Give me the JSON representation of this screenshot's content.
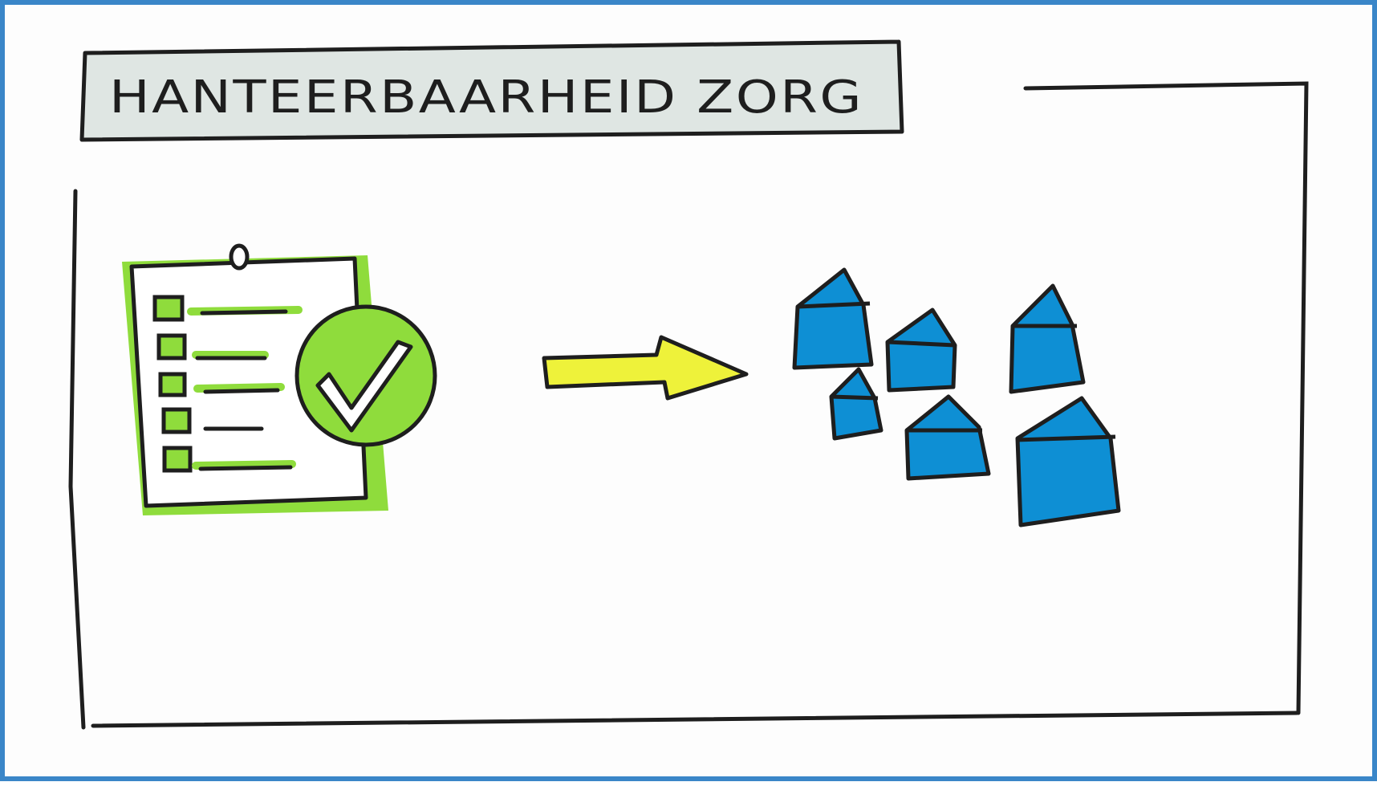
{
  "title": "HANTEERBAARHEID ZORG",
  "colors": {
    "frame_border": "#3a86c8",
    "ink": "#1e1e1e",
    "title_fill": "#dfe6e3",
    "checklist_green": "#8fdc3c",
    "check_circle_green": "#8fdc3c",
    "arrow_yellow": "#eef23a",
    "house_blue": "#0e8fd4"
  },
  "icons": {
    "checklist": "clipboard-checklist-icon",
    "check": "checkmark-circle-icon",
    "arrow": "arrow-right-icon",
    "houses": "houses-icon"
  },
  "checklist": {
    "item_count": 5
  },
  "houses": {
    "count": 6
  }
}
